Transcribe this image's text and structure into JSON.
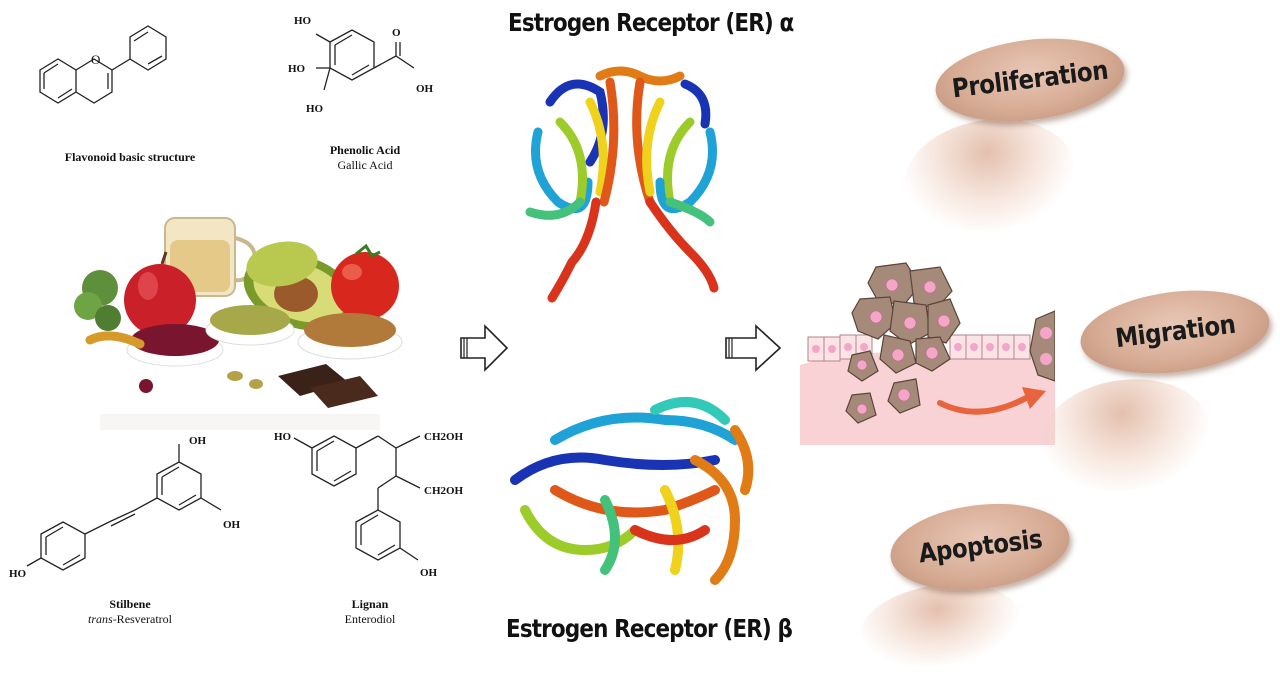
{
  "chemistry": {
    "flavonoid": {
      "name": "Flavonoid basic structure",
      "atom_o": "O"
    },
    "phenolic": {
      "class": "Phenolic Acid",
      "name": "Gallic Acid",
      "groups": [
        "HO",
        "HO",
        "HO",
        "OH",
        "O"
      ]
    },
    "stilbene": {
      "class": "Stilbene",
      "prefix": "trans",
      "name": "-Resveratrol",
      "groups": [
        "OH",
        "OH",
        "HO"
      ]
    },
    "lignan": {
      "class": "Lignan",
      "name": "Enterodiol",
      "groups": [
        "HO",
        "CH2OH",
        "CH2OH",
        "OH"
      ]
    }
  },
  "receptors": {
    "alpha": "Estrogen Receptor (ER) α",
    "beta": "Estrogen Receptor (ER) β"
  },
  "outcomes": [
    "Proliferation",
    "Migration",
    "Apoptosis"
  ],
  "colors": {
    "oval": "#d7ac95",
    "cell_body": "#a58a7a",
    "nucleus": "#f4a6c8",
    "tissue": "#f8d2d5",
    "arrow_red": "#e8643c"
  },
  "icons": [
    "flow-arrow-icon",
    "flow-arrow-icon",
    "migration-arrow-icon"
  ]
}
